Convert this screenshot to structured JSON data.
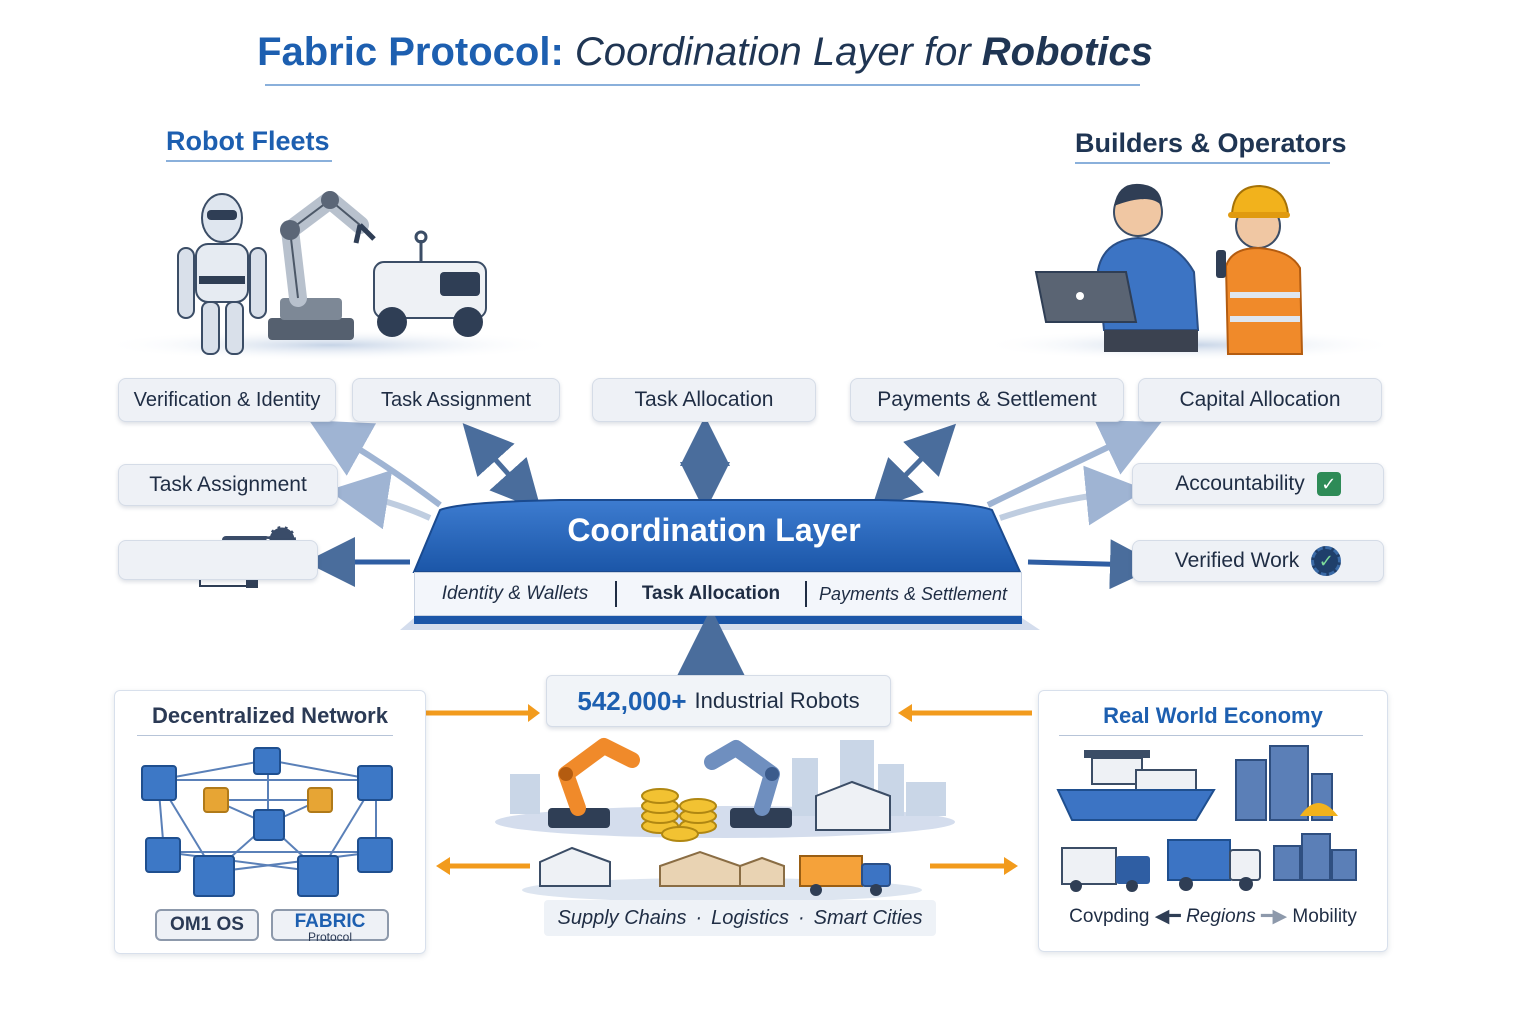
{
  "title": {
    "part1": "Fabric Protocol:",
    "part2": "Coordination Layer for",
    "part3": "Robotics"
  },
  "sections": {
    "robot_fleets": "Robot Fleets",
    "builders": "Builders & Operators"
  },
  "top_pills": [
    "Verification & Identity",
    "Task Assignment",
    "Task Allocation",
    "Payments & Settlement",
    "Capital Allocation"
  ],
  "left_pills": {
    "task_assignment": "Task Assignment"
  },
  "right_pills": {
    "accountability": "Accountability",
    "verified_work": "Verified Work"
  },
  "coordination": {
    "title": "Coordination Layer",
    "segments": [
      "Identity & Wallets",
      "Task Allocation",
      "Payments & Settlement"
    ]
  },
  "stat": {
    "value": "542,000+",
    "label": "Industrial Robots"
  },
  "decentralized": {
    "title": "Decentralized Network",
    "badge1": "OM1 OS",
    "badge2_main": "FABRIC",
    "badge2_sub": "Protocol"
  },
  "supply_caption": [
    "Supply Chains",
    "Logistics",
    "Smart Cities"
  ],
  "supply_sep": "·",
  "real_world": {
    "title": "Real World Economy",
    "caption": [
      "Covpding",
      "Regions",
      "Mobility"
    ]
  },
  "colors": {
    "brand_blue": "#1d5fb0",
    "navy": "#1f3553",
    "arrow_orange": "#f29b1d",
    "check_green": "#2e8b57"
  },
  "icons": [
    "humanoid-robot-icon",
    "robot-arm-icon",
    "delivery-robot-icon",
    "engineer-icon",
    "worker-icon",
    "gear-icon",
    "checkbox-icon",
    "verified-badge-icon",
    "network-cube-icon",
    "ship-icon",
    "truck-icon",
    "building-icon",
    "coin-stack-icon",
    "warehouse-icon"
  ]
}
